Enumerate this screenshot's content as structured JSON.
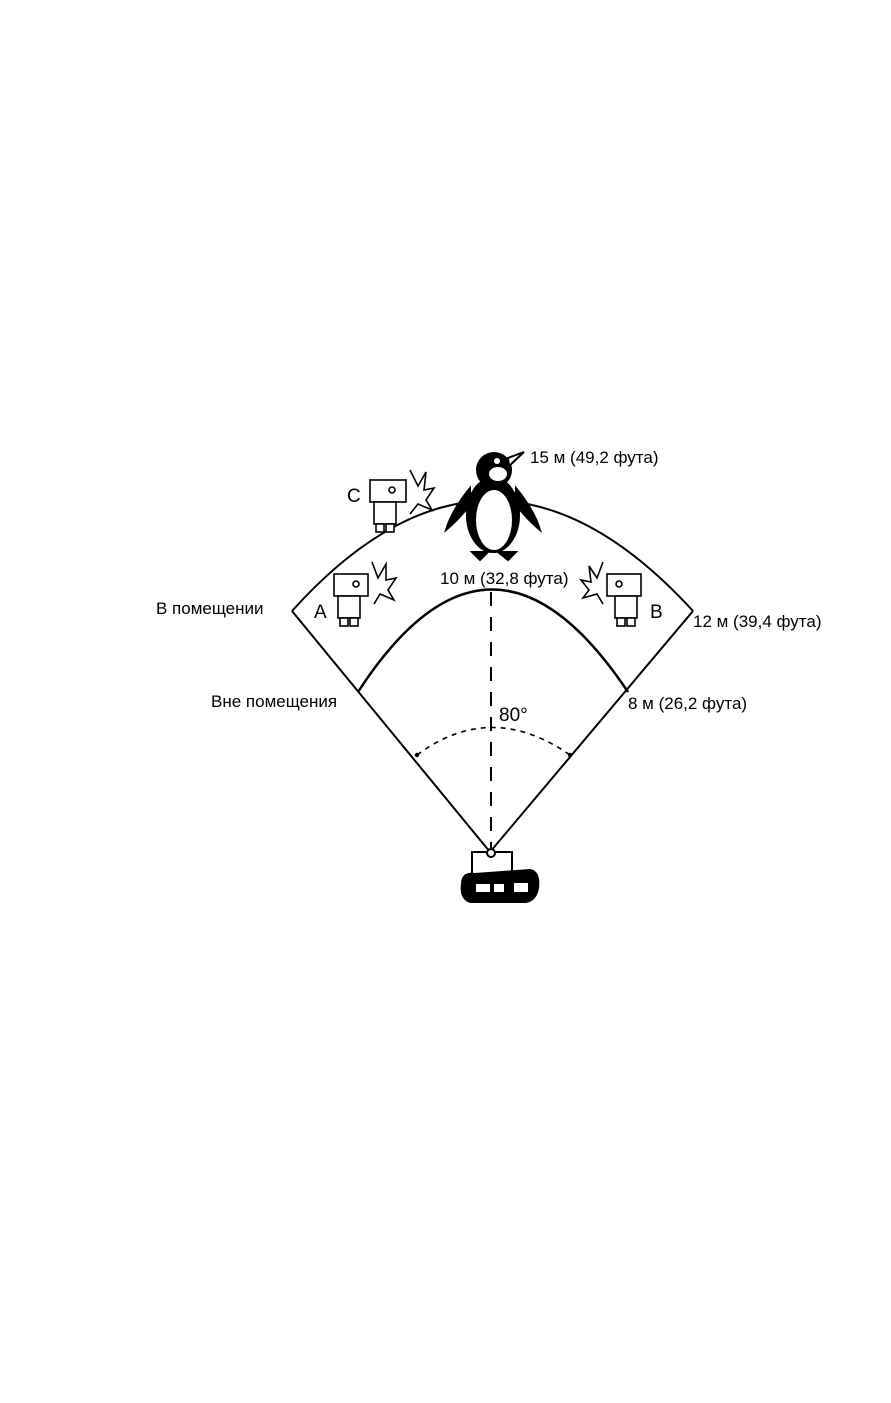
{
  "labels": {
    "indoor": "В помещении",
    "outdoor": "Вне помещения",
    "range_15m": "15 м (49,2 фута)",
    "range_10m": "10 м (32,8 фута)",
    "range_12m": "12 м (39,4 фута)",
    "range_8m": "8 м (26,2 фута)",
    "angle": "80°"
  },
  "flash_units": {
    "a": "A",
    "b": "B",
    "c": "C"
  },
  "colors": {
    "line": "#000000",
    "background": "#ffffff"
  },
  "icons": {
    "subject": "penguin-icon",
    "camera": "camera-icon",
    "flash": "flash-unit-icon"
  }
}
